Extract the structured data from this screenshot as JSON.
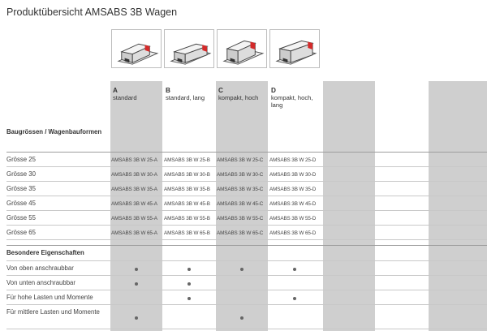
{
  "title": "Produktübersicht AMSABS 3B Wagen",
  "columns": [
    {
      "letter": "A",
      "desc": "standard",
      "icon": "carriage-standard-icon"
    },
    {
      "letter": "B",
      "desc": "standard, lang",
      "icon": "carriage-standard-long-icon"
    },
    {
      "letter": "C",
      "desc": "kompakt, hoch",
      "icon": "carriage-compact-high-icon"
    },
    {
      "letter": "D",
      "desc": "kompakt, hoch, lang",
      "icon": "carriage-compact-high-long-icon"
    }
  ],
  "sizes_heading": "Baugrössen / Wagenbauformen",
  "sizes": [
    {
      "label": "Grösse 25",
      "cells": [
        "AMSABS 3B W 25-A",
        "AMSABS 3B W 25-B",
        "AMSABS 3B W 25-C",
        "AMSABS 3B W 25-D"
      ]
    },
    {
      "label": "Grösse 30",
      "cells": [
        "AMSABS 3B W 30-A",
        "AMSABS 3B W 30-B",
        "AMSABS 3B W 30-C",
        "AMSABS 3B W 30-D"
      ]
    },
    {
      "label": "Grösse 35",
      "cells": [
        "AMSABS 3B W 35-A",
        "AMSABS 3B W 35-B",
        "AMSABS 3B W 35-C",
        "AMSABS 3B W 35-D"
      ]
    },
    {
      "label": "Grösse 45",
      "cells": [
        "AMSABS 3B W 45-A",
        "AMSABS 3B W 45-B",
        "AMSABS 3B W 45-C",
        "AMSABS 3B W 45-D"
      ]
    },
    {
      "label": "Grösse 55",
      "cells": [
        "AMSABS 3B W 55-A",
        "AMSABS 3B W 55-B",
        "AMSABS 3B W 55-C",
        "AMSABS 3B W 55-D"
      ]
    },
    {
      "label": "Grösse 65",
      "cells": [
        "AMSABS 3B W 65-A",
        "AMSABS 3B W 65-B",
        "AMSABS 3B W 65-C",
        "AMSABS 3B W 65-D"
      ]
    }
  ],
  "features_heading": "Besondere Eigenschaften",
  "features": [
    {
      "label": "Von oben anschraubbar",
      "marks": [
        true,
        true,
        true,
        true
      ]
    },
    {
      "label": "Von unten anschraubbar",
      "marks": [
        true,
        true,
        false,
        false
      ]
    },
    {
      "label": "Für hohe Lasten und Momente",
      "marks": [
        false,
        true,
        false,
        true
      ]
    },
    {
      "label": "Für mittlere Lasten und Momente",
      "marks": [
        true,
        false,
        true,
        false
      ]
    }
  ],
  "colors": {
    "column_grey": "#cfcfcf",
    "accent_red": "#d42a2a",
    "dot": "#666666"
  }
}
